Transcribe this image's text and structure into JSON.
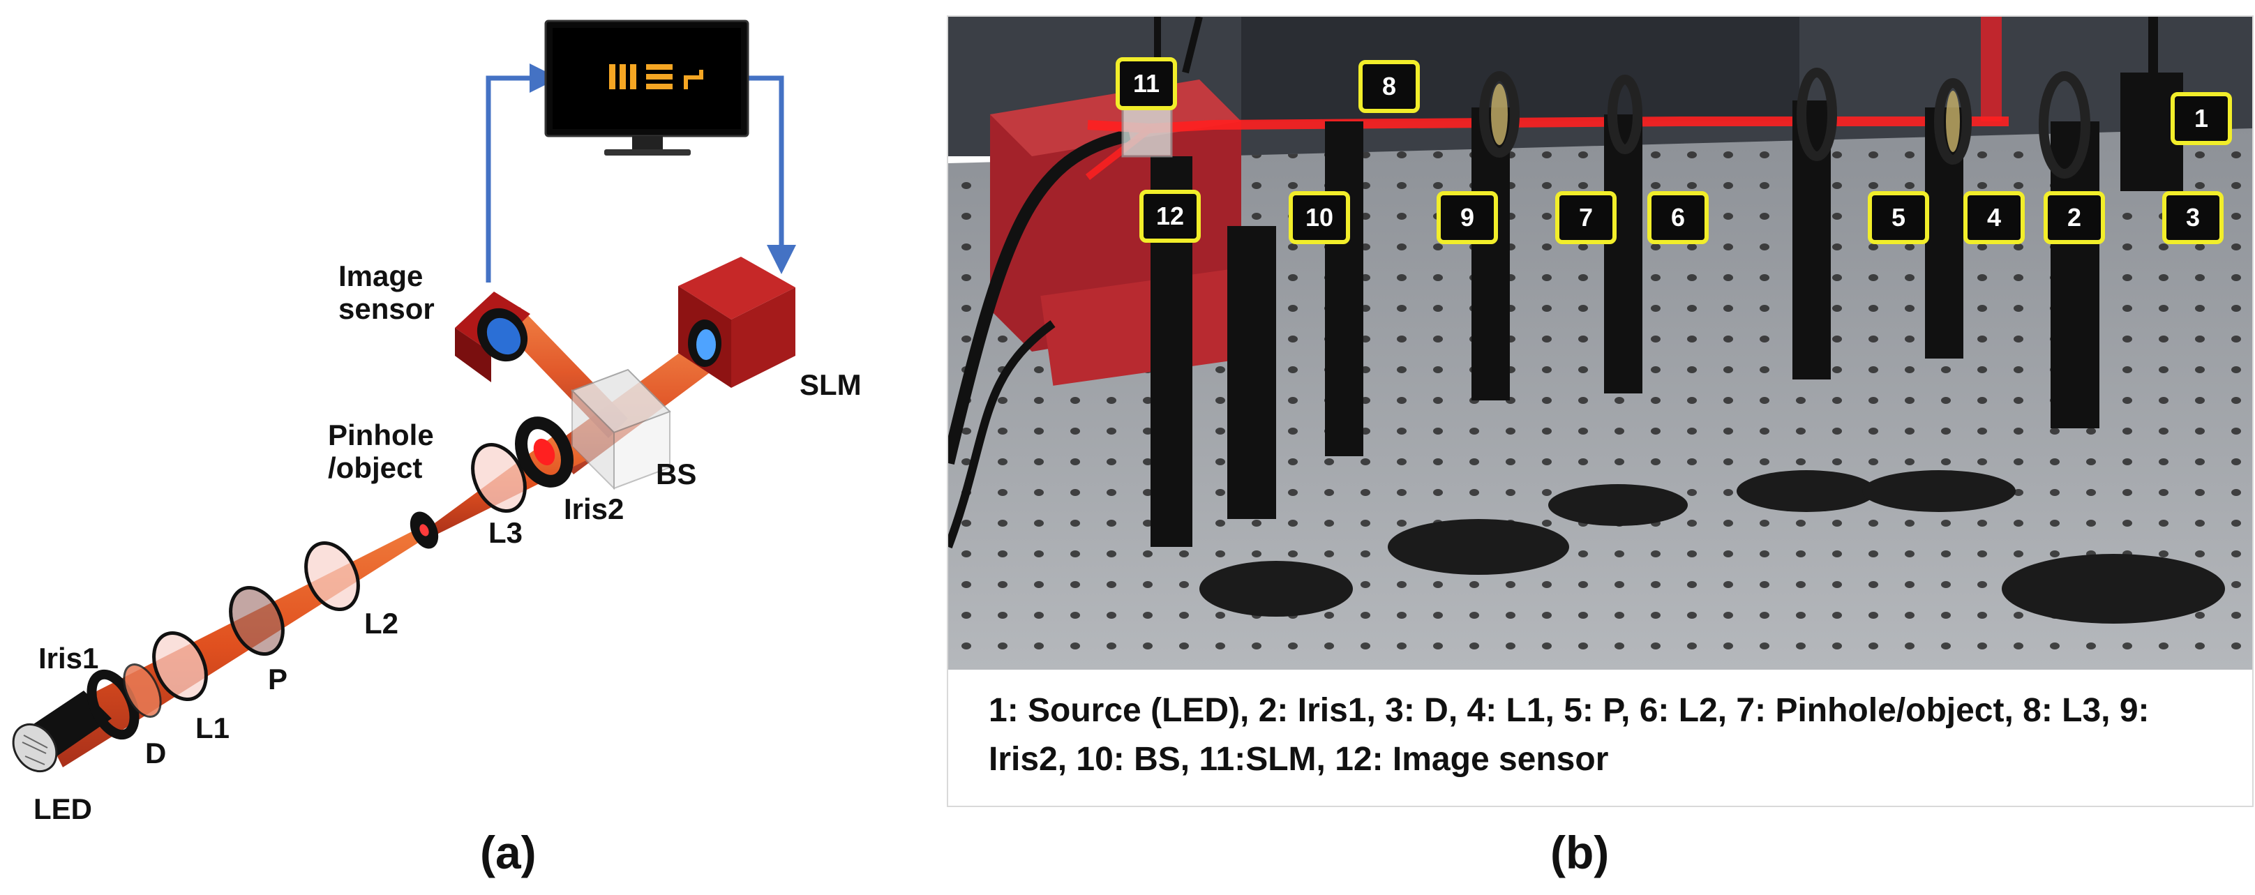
{
  "panel_a": {
    "labels": {
      "image_sensor": "Image\nsensor",
      "slm": "SLM",
      "pinhole": "Pinhole\n/object",
      "bs": "BS",
      "iris2": "Iris2",
      "l3": "L3",
      "l2": "L2",
      "p": "P",
      "l1": "L1",
      "iris1": "Iris1",
      "d": "D",
      "led": "LED"
    },
    "caption": "(a)"
  },
  "panel_b": {
    "badges": [
      "1",
      "2",
      "3",
      "4",
      "5",
      "6",
      "7",
      "8",
      "9",
      "10",
      "11",
      "12"
    ],
    "legend": "1: Source (LED), 2: Iris1, 3: D, 4: L1, 5: P, 6: L2, 7: Pinhole/object, 8: L3, 9: Iris2, 10: BS, 11:SLM, 12: Image sensor",
    "caption": "(b)"
  },
  "colors": {
    "beam": "#e0501f",
    "beam_dark": "#b8341a",
    "arrow": "#4472c4",
    "device_red": "#c1272d",
    "badge_border": "#f2ee2a",
    "laser": "#ff2020"
  }
}
